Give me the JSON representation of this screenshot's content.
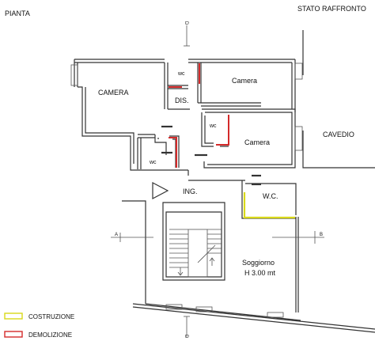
{
  "header": {
    "left_title": "PIANTA",
    "right_title": "STATO  RAFFRONTO"
  },
  "rooms": {
    "camera_main": "CAMERA",
    "wc_top": "wc",
    "dis": "DIS.",
    "camera_top_right": "Camera",
    "wc_middle": "wc",
    "camera_middle_right": "Camera",
    "cavedio": "CAVEDIO",
    "wc_small": "wc",
    "ingresso": "ING.",
    "wc_new": "W.C.",
    "soggiorno": "Soggiorno",
    "soggiorno_height": "H 3.00 mt"
  },
  "section_marks": {
    "a_left": "A",
    "b_right": "B",
    "d_top": "D",
    "d_bottom": "D"
  },
  "legend": {
    "items": [
      {
        "label": "COSTRUZIONE",
        "color": "#d9d91a"
      },
      {
        "label": "DEMOLIZIONE",
        "color": "#d42a2a"
      }
    ]
  }
}
